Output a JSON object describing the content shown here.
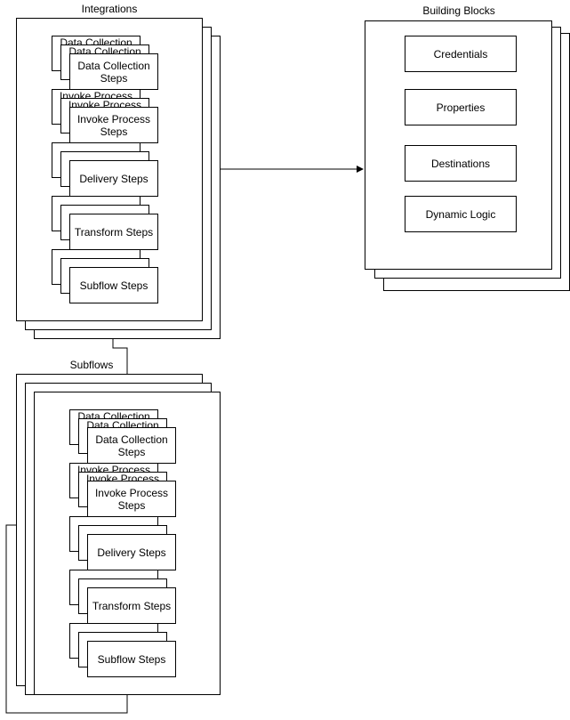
{
  "integrations": {
    "title": "Integrations",
    "steps": [
      {
        "label_line1": "Data Collection",
        "label_line2": "Steps"
      },
      {
        "label_line1": "Invoke Process",
        "label_line2": "Steps"
      },
      {
        "label_line1": "Delivery Steps",
        "label_line2": ""
      },
      {
        "label_line1": "Transform Steps",
        "label_line2": ""
      },
      {
        "label_line1": "Subflow Steps",
        "label_line2": ""
      }
    ]
  },
  "subflows": {
    "title": "Subflows",
    "steps": [
      {
        "label_line1": "Data Collection",
        "label_line2": "Steps"
      },
      {
        "label_line1": "Invoke Process",
        "label_line2": "Steps"
      },
      {
        "label_line1": "Delivery Steps",
        "label_line2": ""
      },
      {
        "label_line1": "Transform Steps",
        "label_line2": ""
      },
      {
        "label_line1": "Subflow Steps",
        "label_line2": ""
      }
    ]
  },
  "building_blocks": {
    "title": "Building Blocks",
    "items": [
      "Credentials",
      "Properties",
      "Destinations",
      "Dynamic Logic"
    ]
  }
}
